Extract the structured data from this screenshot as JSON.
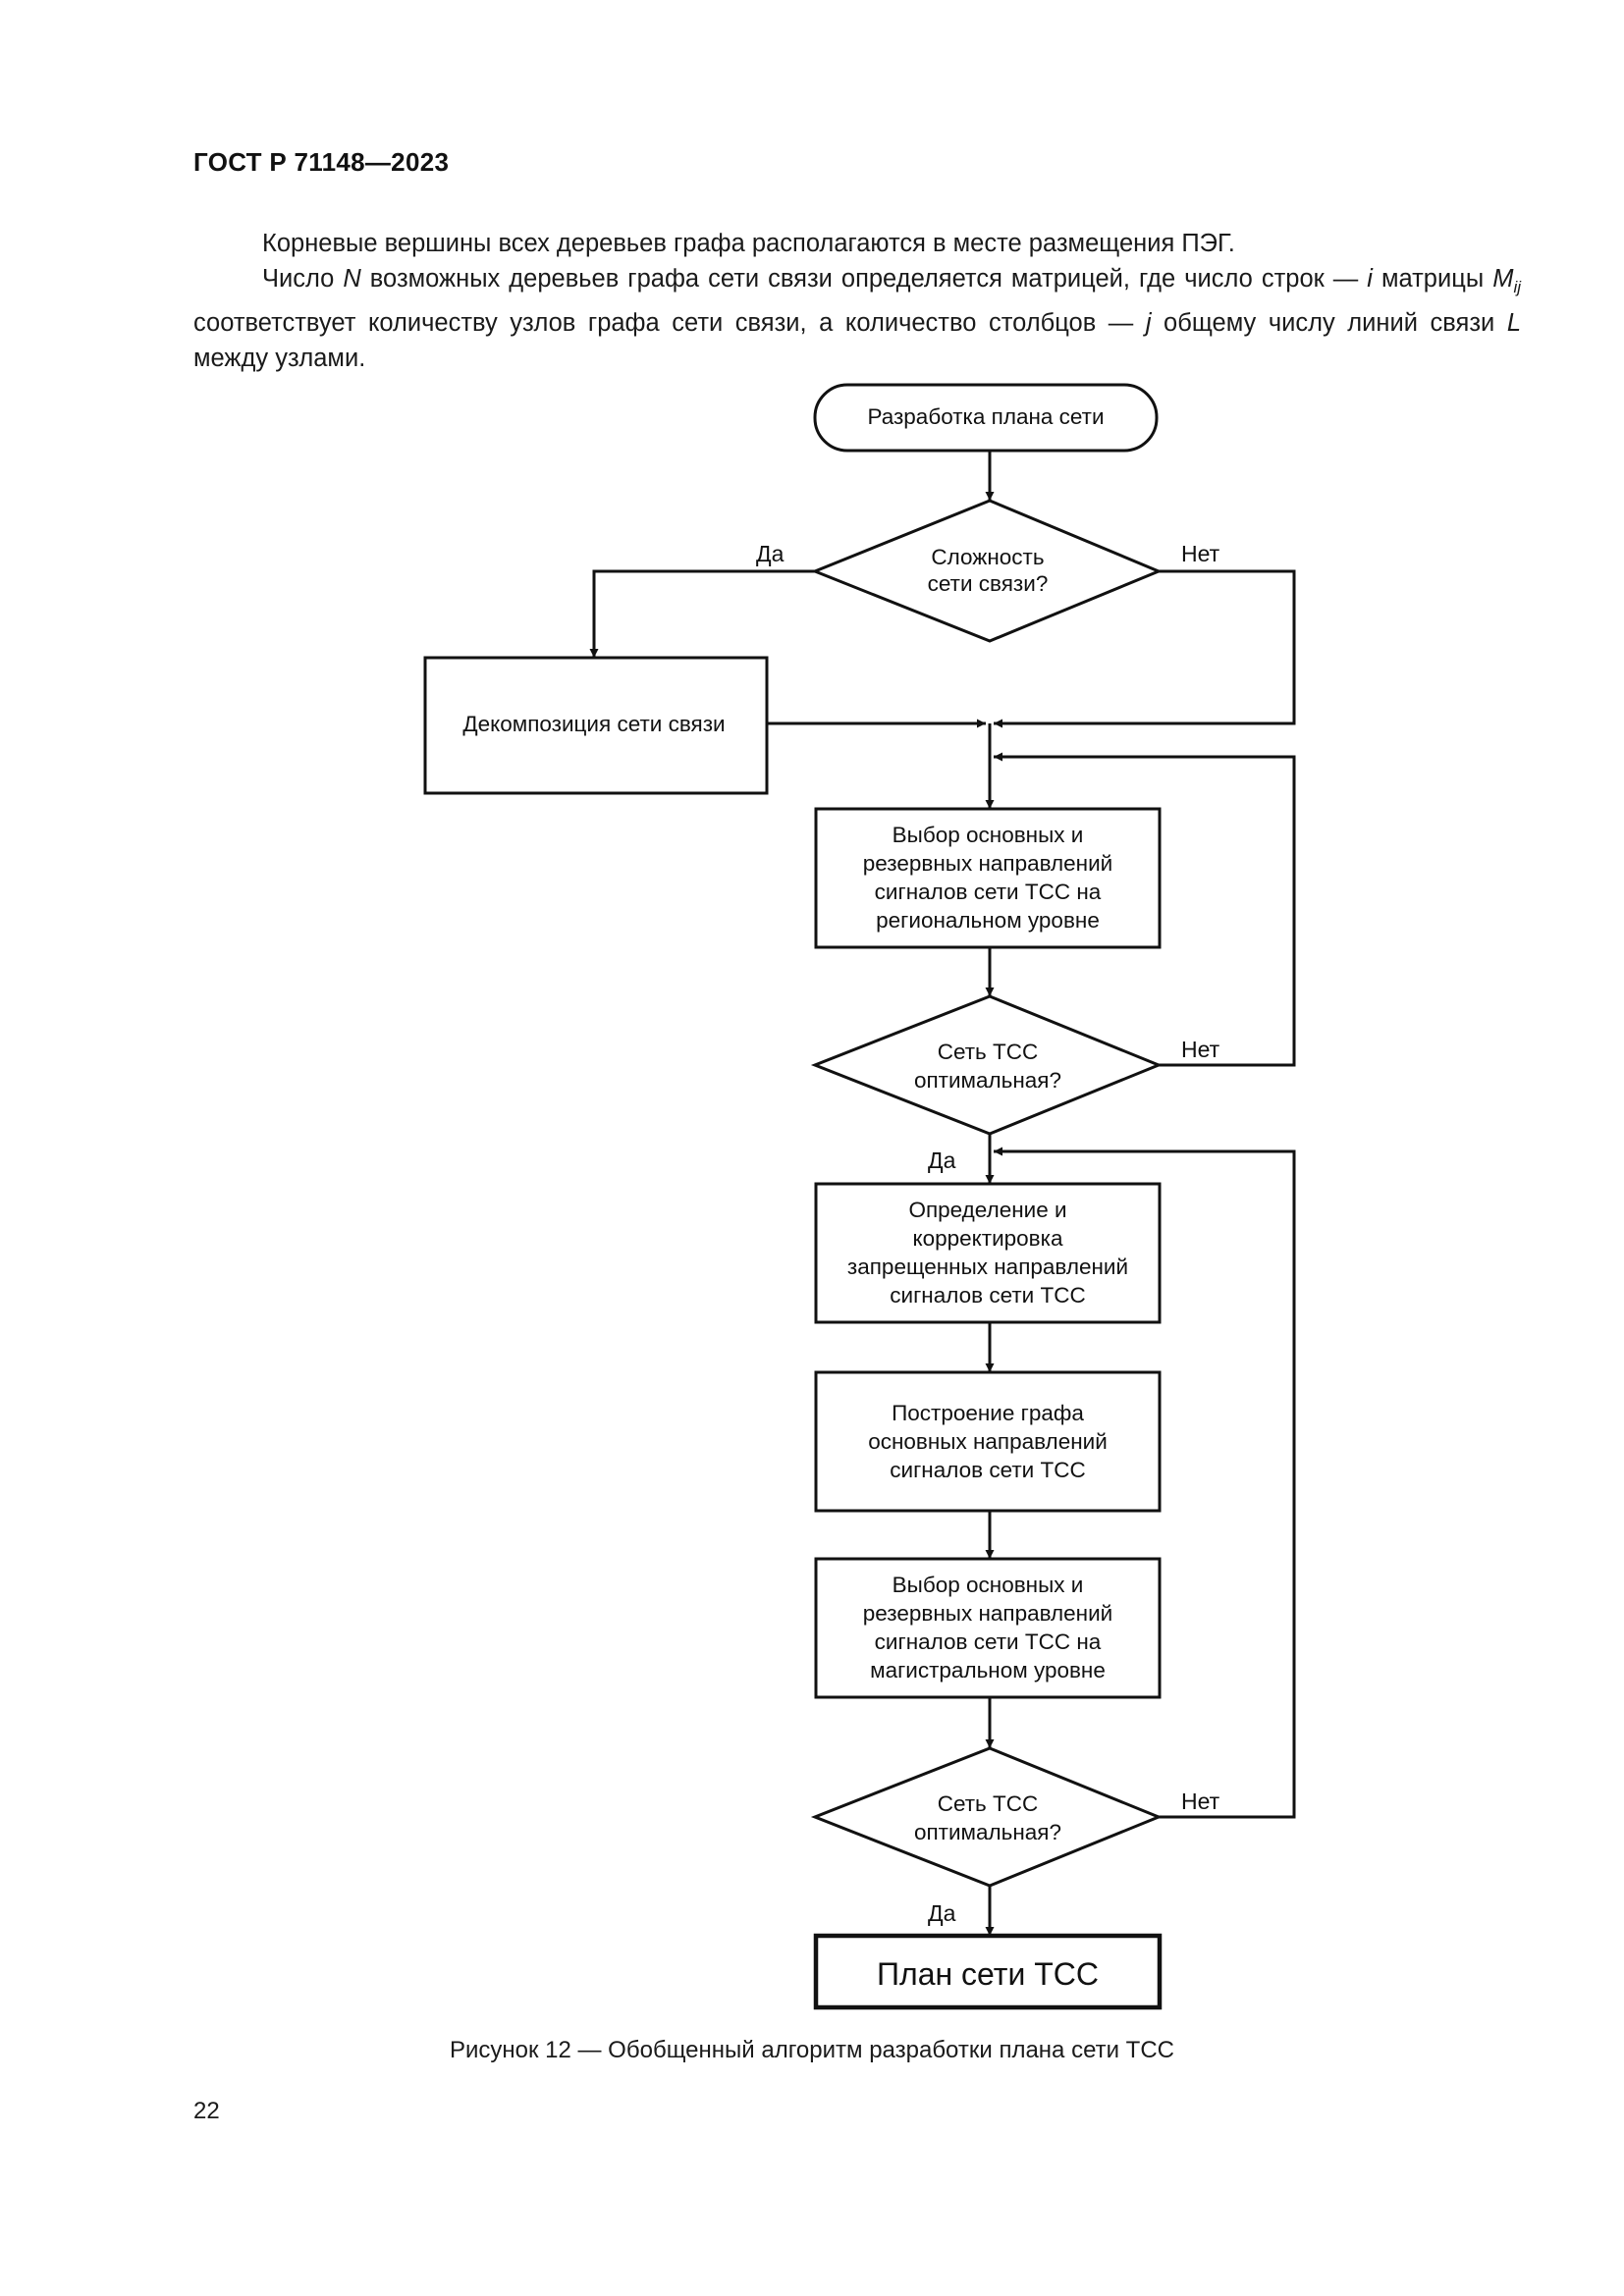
{
  "header": {
    "standard": "ГОСТ Р 71148—2023"
  },
  "paragraph1": "Корневые вершины всех деревьев графа располагаются в месте размещения ПЭГ.",
  "paragraph2": {
    "p1": "Число ",
    "var_n": "N",
    "p2": " возможных деревьев графа сети связи определяется матрицей, где число строк — ",
    "var_i": "i",
    "p3": " матрицы ",
    "var_m": "M",
    "var_m_sub": "ij",
    "p4": " соответствует количеству узлов графа сети связи, а количество столбцов — ",
    "var_j": "j",
    "p5": " общему числу линий связи ",
    "var_l": "L",
    "p6": " между узлами."
  },
  "flowchart": {
    "start": "Разработка плана сети",
    "decision_complexity": [
      "Сложность",
      "сети связи?"
    ],
    "decomposition": "Декомпозиция сети связи",
    "select_regional": [
      "Выбор основных и",
      "резервных направлений",
      "сигналов сети ТСС на",
      "региональном уровне"
    ],
    "decision_optimal_1": [
      "Сеть ТСС",
      "оптимальная?"
    ],
    "define_forbidden": [
      "Определение и",
      "корректировка",
      "запрещенных направлений",
      "сигналов сети ТСС"
    ],
    "build_graph": [
      "Построение графа",
      "основных направлений",
      "сигналов сети ТСС"
    ],
    "select_trunk": [
      "Выбор основных и",
      "резервных направлений",
      "сигналов сети ТСС на",
      "магистральном уровне"
    ],
    "decision_optimal_2": [
      "Сеть ТСС",
      "оптимальная?"
    ],
    "end": "План сети ТСС",
    "yes": "Да",
    "no": "Нет"
  },
  "caption": "Рисунок 12 — Обобщенный алгоритм разработки плана сети ТСС",
  "page_number": "22"
}
